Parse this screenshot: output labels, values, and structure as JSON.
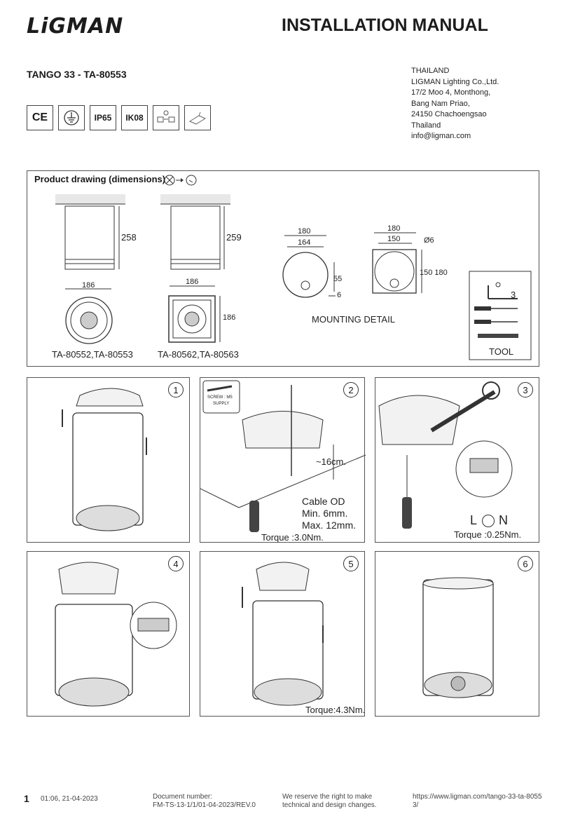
{
  "header": {
    "logo": "LiGMAN",
    "title": "INSTALLATION MANUAL",
    "product": "TANGO 33 - TA-80553"
  },
  "address": {
    "lines": [
      "THAILAND",
      "LIGMAN Lighting Co.,Ltd.",
      "17/2 Moo 4, Monthong,",
      "Bang Nam Priao,",
      "24150 Chachoengsao",
      "Thailand",
      "info@ligman.com"
    ]
  },
  "certifications": [
    "CE",
    "earth-ground-icon",
    "IP65",
    "IK08",
    "ta-icon",
    "installation-icon"
  ],
  "drawing": {
    "title": "Product drawing (dimensions)",
    "dim_258": "258",
    "dim_259": "259",
    "dim_186a": "186",
    "dim_186b": "186",
    "dim_186c": "186",
    "model_a": "TA-80552,TA-80553",
    "model_b": "TA-80562,TA-80563",
    "mount_180a": "180",
    "mount_164": "164",
    "mount_55": "55",
    "mount_6": "6",
    "mount_180b": "180",
    "mount_150": "150",
    "mount_d6": "Ø6",
    "mount_150_180": "150 180",
    "mounting_detail": "MOUNTING DETAIL",
    "tool_3": "3",
    "tool_label": "TOOL"
  },
  "steps": [
    {
      "num": "1"
    },
    {
      "num": "2",
      "screw_label": "SCREW : M5",
      "supply": "SUPPLY",
      "distance": "~16cm.",
      "cable1": "Cable OD",
      "cable2": "Min. 6mm.",
      "cable3": "Max. 12mm.",
      "torque": "Torque :3.0Nm."
    },
    {
      "num": "3",
      "l": "L",
      "n": "N",
      "torque": "Torque :0.25Nm."
    },
    {
      "num": "4"
    },
    {
      "num": "5",
      "torque": "Torque:4.3Nm."
    },
    {
      "num": "6"
    }
  ],
  "footer": {
    "page": "1",
    "date": "01:06, 21-04-2023",
    "docnum1": "Document number:",
    "docnum2": "FM-TS-13-1/1/01-04-2023/REV.0",
    "reserve1": "We reserve the right to make",
    "reserve2": "technical and design changes.",
    "url1": "https://www.ligman.com/tango-33-ta-8055",
    "url2": "3/"
  }
}
